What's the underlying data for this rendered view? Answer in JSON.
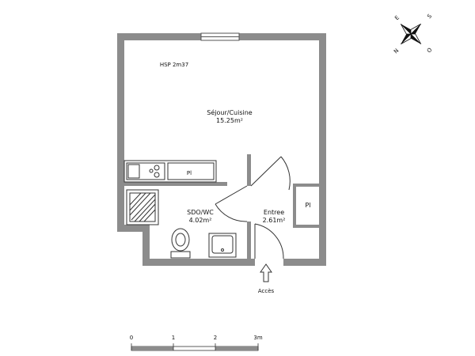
{
  "plan": {
    "hsp": "HSP 2m37",
    "rooms": [
      {
        "name": "Séjour/Cuisine",
        "area": "15.25m²"
      },
      {
        "name": "SDO/WC",
        "area": "4.02m²"
      },
      {
        "name": "Entree",
        "area": "2.61m²"
      }
    ],
    "closets": [
      "Pl",
      "Pl"
    ],
    "entrance_label": "Accès",
    "compass": {
      "n": "N",
      "e": "E",
      "s": "S",
      "o": "O"
    },
    "scale": {
      "ticks": [
        "0",
        "1",
        "2",
        "3m"
      ]
    }
  }
}
